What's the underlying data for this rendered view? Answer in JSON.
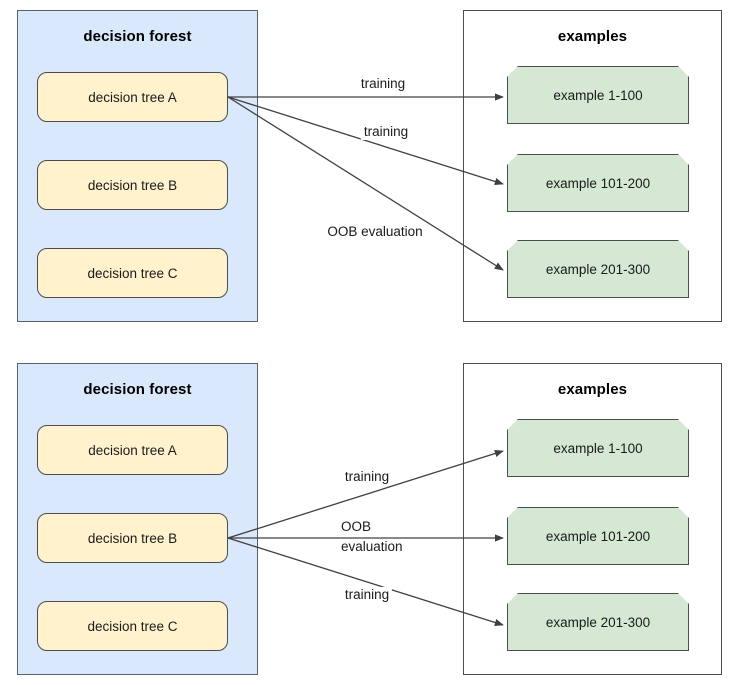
{
  "diagrams": [
    {
      "id": "diagram-top",
      "forest": {
        "title": "decision forest",
        "fill": "#dae8fc",
        "trees": [
          {
            "label": "decision tree A",
            "fill": "#fff2cc",
            "active": true
          },
          {
            "label": "decision tree B",
            "fill": "#fff2cc",
            "active": false
          },
          {
            "label": "decision tree C",
            "fill": "#fff2cc",
            "active": false
          }
        ]
      },
      "examples": {
        "title": "examples",
        "fill": "#d5e8d4",
        "items": [
          {
            "label": "example 1-100"
          },
          {
            "label": "example 101-200"
          },
          {
            "label": "example 201-300"
          }
        ]
      },
      "edges": [
        {
          "from": "decision tree A",
          "to": "example 1-100",
          "label": "training"
        },
        {
          "from": "decision tree A",
          "to": "example 101-200",
          "label": "training"
        },
        {
          "from": "decision tree A",
          "to": "example 201-300",
          "label": "OOB evaluation"
        }
      ]
    },
    {
      "id": "diagram-bottom",
      "forest": {
        "title": "decision forest",
        "fill": "#dae8fc",
        "trees": [
          {
            "label": "decision tree A",
            "fill": "#fff2cc",
            "active": false
          },
          {
            "label": "decision tree B",
            "fill": "#fff2cc",
            "active": true
          },
          {
            "label": "decision tree C",
            "fill": "#fff2cc",
            "active": false
          }
        ]
      },
      "examples": {
        "title": "examples",
        "fill": "#d5e8d4",
        "items": [
          {
            "label": "example 1-100"
          },
          {
            "label": "example 101-200"
          },
          {
            "label": "example 201-300"
          }
        ]
      },
      "edges": [
        {
          "from": "decision tree B",
          "to": "example 1-100",
          "label": "training"
        },
        {
          "from": "decision tree B",
          "to": "example 101-200",
          "label_line1": "OOB",
          "label_line2": "evaluation"
        },
        {
          "from": "decision tree B",
          "to": "example 201-300",
          "label": "training"
        }
      ]
    }
  ],
  "colors": {
    "forest_fill": "#dae8fc",
    "tree_fill": "#fff2cc",
    "example_fill": "#d5e8d4",
    "stroke": "#4d4d4d",
    "edge_stroke": "#404040"
  }
}
